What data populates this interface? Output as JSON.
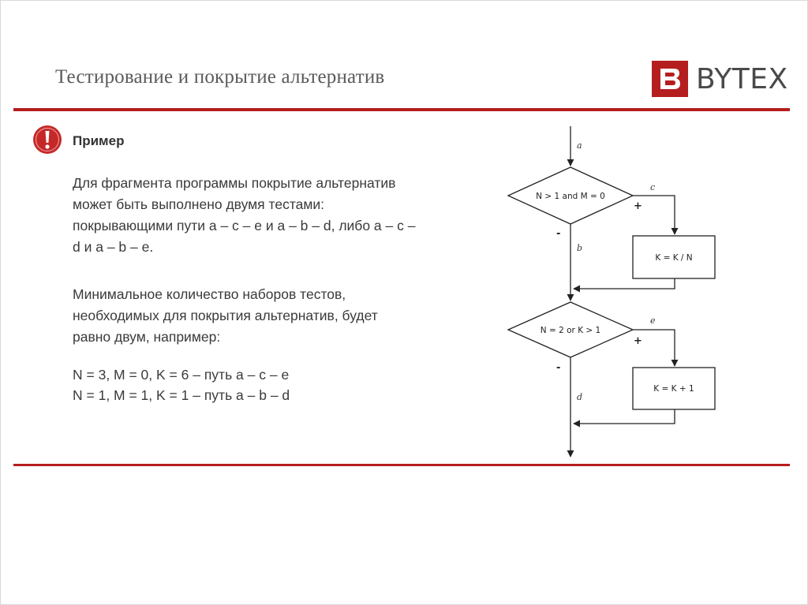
{
  "header": {
    "title": "Тестирование и покрытие альтернатив",
    "logo_text": "BYTEX"
  },
  "content": {
    "example_label": "Пример",
    "para1": [
      "Для фрагмента программы покрытие альтернатив",
      "может быть выполнено двумя тестами:",
      "покрывающими пути a – c – e и a – b – d, либо a – c –",
      "d и a – b – e."
    ],
    "para2": [
      "Минимальное количество наборов тестов,",
      "необходимых для покрытия альтернатив, будет",
      "равно двум, например:"
    ],
    "tests": [
      "N = 3, M = 0, K = 6 – путь a – c – e",
      "N = 1, M = 1, K = 1 – путь a – b – d"
    ]
  },
  "flowchart": {
    "decision1": "N > 1 and M = 0",
    "process1": "K = K / N",
    "decision2": "N = 2 or K > 1",
    "process2": "K = K + 1",
    "edge_a": "a",
    "edge_b": "b",
    "edge_c": "c",
    "edge_d": "d",
    "edge_e": "e",
    "plus": "+",
    "minus": "-"
  },
  "colors": {
    "accent": "#b51e1e",
    "text": "#3a3a3a",
    "title": "#5a5a5a"
  }
}
